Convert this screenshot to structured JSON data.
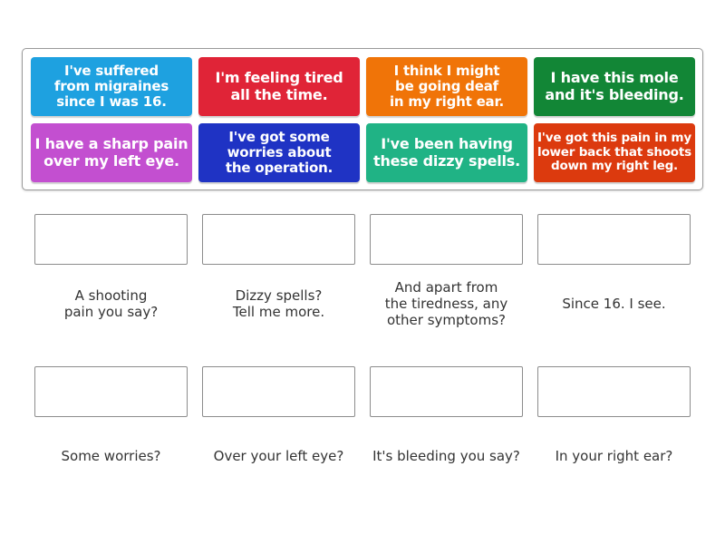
{
  "tiles": [
    {
      "text": "I've suffered\nfrom migraines\nsince I was 16.",
      "color": "#1ea1e0"
    },
    {
      "text": "I'm feeling tired\nall the time.",
      "color": "#e02437"
    },
    {
      "text": "I think I might\nbe going deaf\nin my right ear.",
      "color": "#f07408"
    },
    {
      "text": "I have this mole\nand it's bleeding.",
      "color": "#128636"
    },
    {
      "text": "I have a sharp pain\nover my left eye.",
      "color": "#c34fd0"
    },
    {
      "text": "I've got some\nworries about\nthe operation.",
      "color": "#1f33c4"
    },
    {
      "text": "I've been having\nthese dizzy spells.",
      "color": "#20b385"
    },
    {
      "text": "I've got this pain in my\nlower back that shoots\ndown my right leg.",
      "color": "#dc3a0e"
    }
  ],
  "targets": [
    {
      "prompt": "A shooting\npain you say?"
    },
    {
      "prompt": "Dizzy spells?\nTell me more."
    },
    {
      "prompt": "And apart from\nthe tiredness, any\nother symptoms?"
    },
    {
      "prompt": "Since 16. I see."
    },
    {
      "prompt": "Some worries?"
    },
    {
      "prompt": "Over your left eye?"
    },
    {
      "prompt": "It's bleeding you say?"
    },
    {
      "prompt": "In your right ear?"
    }
  ]
}
